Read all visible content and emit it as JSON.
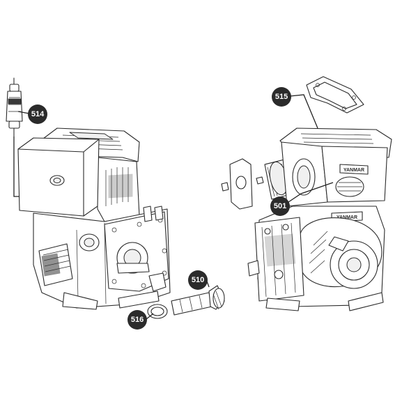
{
  "parts": [
    {
      "id": "part-514",
      "label": "514"
    },
    {
      "id": "part-515",
      "label": "515"
    },
    {
      "id": "part-501",
      "label": "501"
    },
    {
      "id": "part-510",
      "label": "510"
    },
    {
      "id": "part-516",
      "label": "516"
    }
  ],
  "brand": {
    "plate_upper": "YANMAR",
    "plate_lower": "YANMAR"
  }
}
